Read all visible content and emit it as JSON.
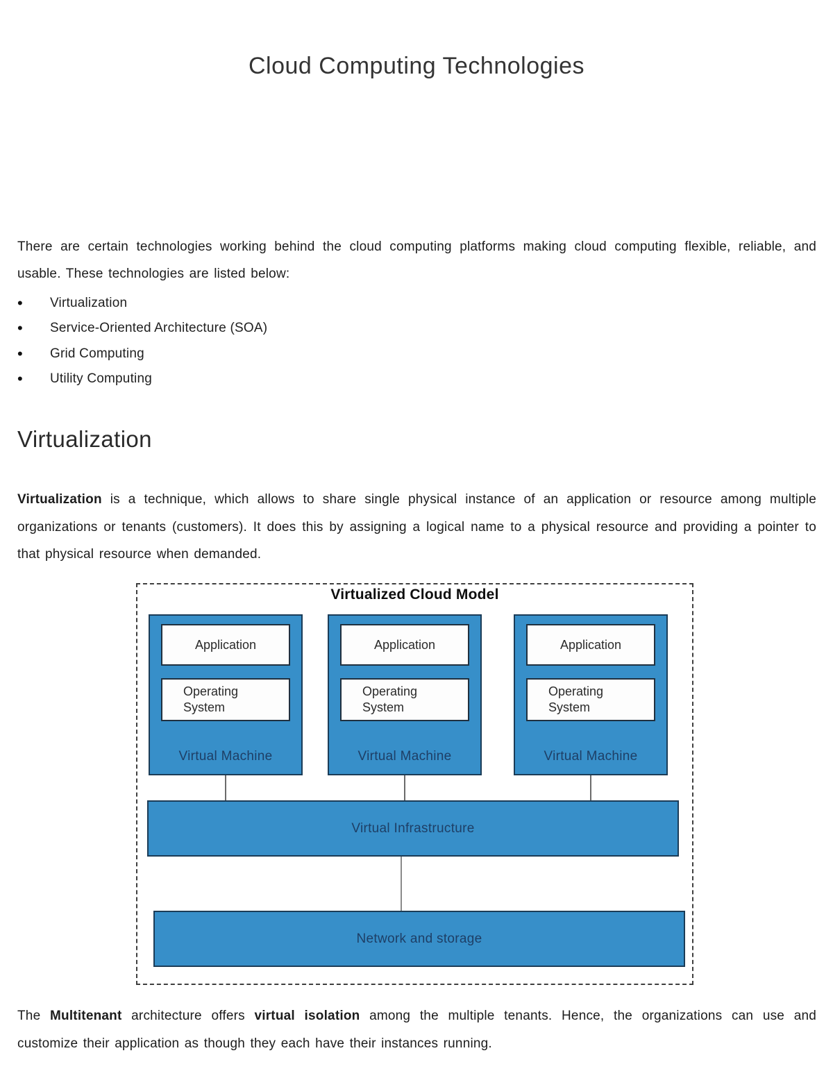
{
  "page": {
    "title": "Cloud Computing Technologies"
  },
  "intro": {
    "text": "There are certain technologies working behind the cloud computing platforms making cloud computing flexible, reliable, and usable. These technologies are listed below:",
    "bullets": [
      "Virtualization",
      "Service-Oriented Architecture (SOA)",
      "Grid Computing",
      "Utility Computing"
    ]
  },
  "section": {
    "heading": "Virtualization",
    "paragraph": {
      "bold_lead": "Virtualization",
      "rest": " is a technique, which allows to share single physical instance of an application or resource among multiple organizations or tenants (customers). It does this by assigning a logical name to a physical resource and providing a pointer to that physical resource when demanded."
    }
  },
  "diagram": {
    "title": "Virtualized Cloud Model",
    "app_label": "Application",
    "os_label": "Operating System",
    "vm_label": "Virtual Machine",
    "infrastructure_label": "Virtual Infrastructure",
    "network_label": "Network and storage",
    "colors": {
      "box_fill": "#378fc9",
      "box_border": "#1b3c57",
      "label_text": "#1e3f66"
    }
  },
  "closing": {
    "prefix": "The ",
    "bold1": "Multitenant",
    "mid": " architecture offers ",
    "bold2": "virtual isolation",
    "suffix": " among the multiple tenants. Hence, the organizations can use and customize their application as though they each have their instances running."
  }
}
